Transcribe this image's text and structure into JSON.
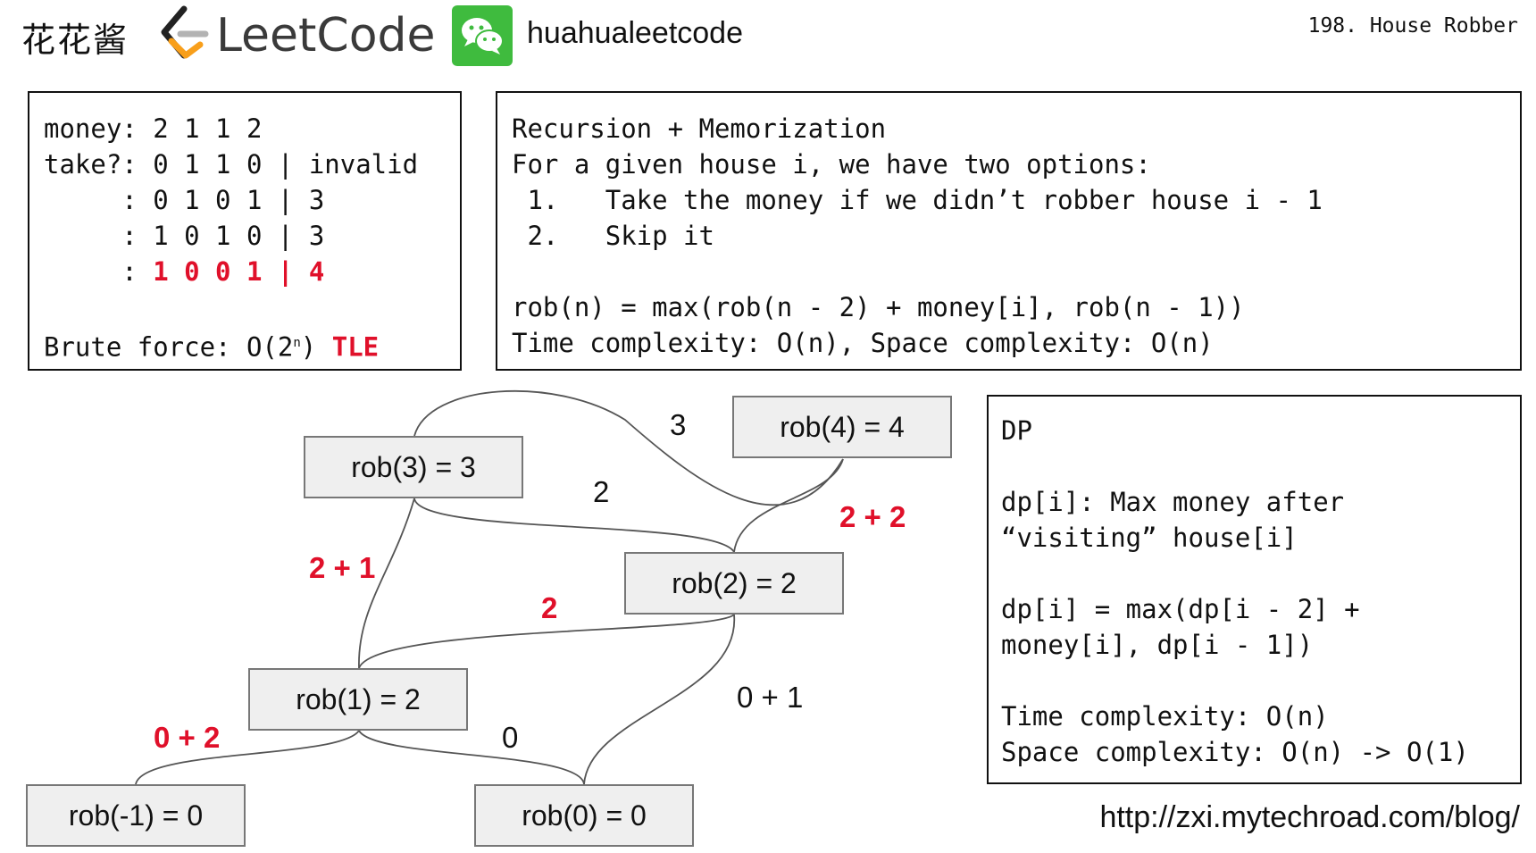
{
  "header": {
    "chinese_title": "花花酱",
    "logo_text": "LeetCode",
    "wechat_name": "huahualeetcode",
    "problem_title": "198. House Robber"
  },
  "left_panel": {
    "lines": [
      {
        "prefix": "money: ",
        "value": "2 1 1 2",
        "sep": "",
        "result": "",
        "highlight": false
      },
      {
        "prefix": "take?: ",
        "value": "0 1 1 0",
        "sep": " | ",
        "result": "invalid",
        "highlight": false
      },
      {
        "prefix": "     : ",
        "value": "0 1 0 1",
        "sep": " | ",
        "result": "3",
        "highlight": false
      },
      {
        "prefix": "     : ",
        "value": "1 0 1 0",
        "sep": " | ",
        "result": "3",
        "highlight": false
      },
      {
        "prefix": "     : ",
        "value": "1 0 0 1",
        "sep": " | ",
        "result": "4",
        "highlight": true
      }
    ],
    "brute_force_label": "Brute force: O(2",
    "brute_force_exp": "n",
    "brute_force_close": ")",
    "tle": "TLE"
  },
  "right_panel": {
    "lines": [
      "Recursion + Memorization",
      "For a given house i, we have two options:",
      " 1.   Take the money if we didn’t robber house i - 1",
      " 2.   Skip it",
      "",
      "rob(n) = max(rob(n - 2) + money[i], rob(n - 1))",
      "Time complexity: O(n), Space complexity: O(n)"
    ]
  },
  "dp_panel": {
    "lines": [
      "DP",
      "",
      "dp[i]: Max money after",
      "“visiting” house[i]",
      "",
      "dp[i] = max(dp[i - 2] +",
      "money[i], dp[i - 1])",
      "",
      "Time complexity: O(n)",
      "Space complexity: O(n) -> O(1)"
    ]
  },
  "diagram": {
    "nodes": [
      {
        "id": "rob4",
        "label": "rob(4) = 4"
      },
      {
        "id": "rob3",
        "label": "rob(3) = 3"
      },
      {
        "id": "rob2",
        "label": "rob(2) = 2"
      },
      {
        "id": "rob1",
        "label": "rob(1) = 2"
      },
      {
        "id": "robm1",
        "label": "rob(-1) = 0"
      },
      {
        "id": "rob0",
        "label": "rob(0) = 0"
      }
    ],
    "edge_labels": [
      {
        "id": "l3",
        "text": "3",
        "highlight": false
      },
      {
        "id": "l22",
        "text": "2 + 2",
        "highlight": true
      },
      {
        "id": "l2",
        "text": "2",
        "highlight": false
      },
      {
        "id": "l21",
        "text": "2 + 1",
        "highlight": true
      },
      {
        "id": "l2b",
        "text": "2",
        "highlight": true
      },
      {
        "id": "l01",
        "text": "0 + 1",
        "highlight": false
      },
      {
        "id": "l02",
        "text": "0 + 2",
        "highlight": true
      },
      {
        "id": "l0",
        "text": "0",
        "highlight": false
      }
    ]
  },
  "footer": {
    "url": "http://zxi.mytechroad.com/blog/"
  }
}
